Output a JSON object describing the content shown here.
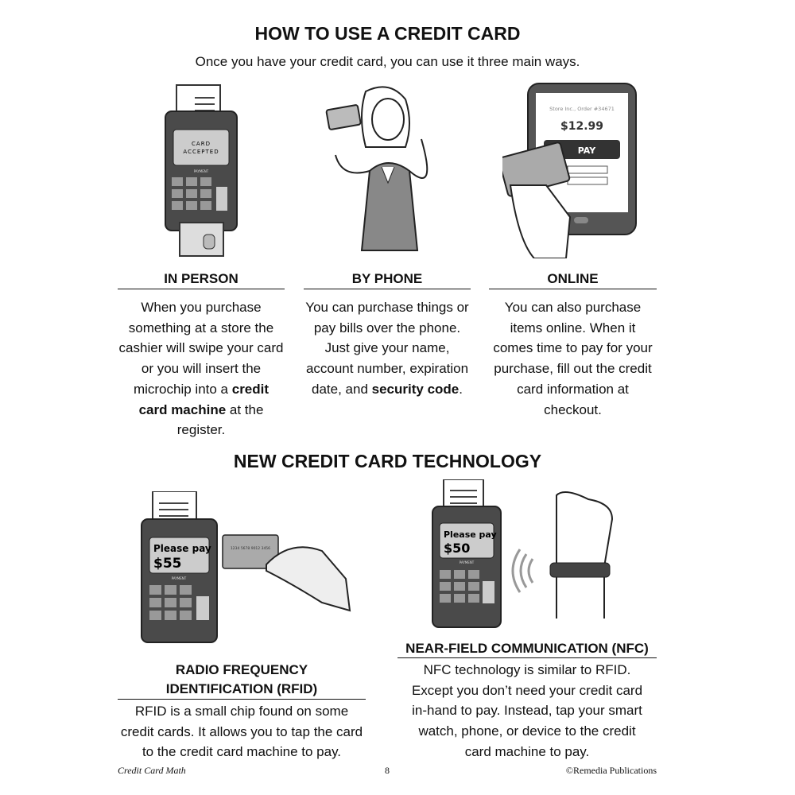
{
  "title": "HOW TO USE A CREDIT CARD",
  "subtitle": "Once you have your credit card, you can use it three main ways.",
  "methods": [
    {
      "heading": "IN PERSON",
      "parts": [
        {
          "t": "When you purchase something at a store the cashier will swipe your card or you will insert the microchip into a "
        },
        {
          "b": "credit card machine"
        },
        {
          "t": " at the register."
        }
      ]
    },
    {
      "heading": "BY PHONE",
      "parts": [
        {
          "t": "You can purchase things or pay bills over the phone.  Just give your name, account number, expiration date, and "
        },
        {
          "b": "security code"
        },
        {
          "t": "."
        }
      ]
    },
    {
      "heading": "ONLINE",
      "parts": [
        {
          "t": "You can also purchase items online.  When it comes time to pay for your purchase, fill out the credit card information at checkout."
        }
      ]
    }
  ],
  "illustrations": {
    "terminal1": {
      "screen_line1": "CARD",
      "screen_line2": "ACCEPTED",
      "brand": "PAYMENT"
    },
    "tablet": {
      "order": "Store Inc., Order #34671",
      "price": "$12.99",
      "pay": "PAY"
    },
    "terminal2": {
      "line1": "Please pay",
      "amount": "$55",
      "brand": "PAYMENT"
    },
    "card": {
      "number": "1234 5678 9012 3456"
    },
    "terminal3": {
      "line1": "Please pay",
      "amount": "$50",
      "brand": "PAYMENT"
    }
  },
  "section2_title": "NEW CREDIT CARD TECHNOLOGY",
  "rfid": {
    "heading_line1": "RADIO FREQUENCY",
    "heading_line2": "IDENTIFICATION (RFID)",
    "text": "RFID is a small chip found on some credit cards.  It allows you to tap the card to the credit card machine to pay."
  },
  "nfc": {
    "heading": "NEAR-FIELD COMMUNICATION (NFC)",
    "text": "NFC technology is similar to RFID. Except you don’t need your credit card in-hand to pay.  Instead, tap your smart watch, phone, or device to the credit card machine to pay."
  },
  "footer": {
    "left": "Credit Card Math",
    "page": "8",
    "right": "©Remedia Publications"
  }
}
